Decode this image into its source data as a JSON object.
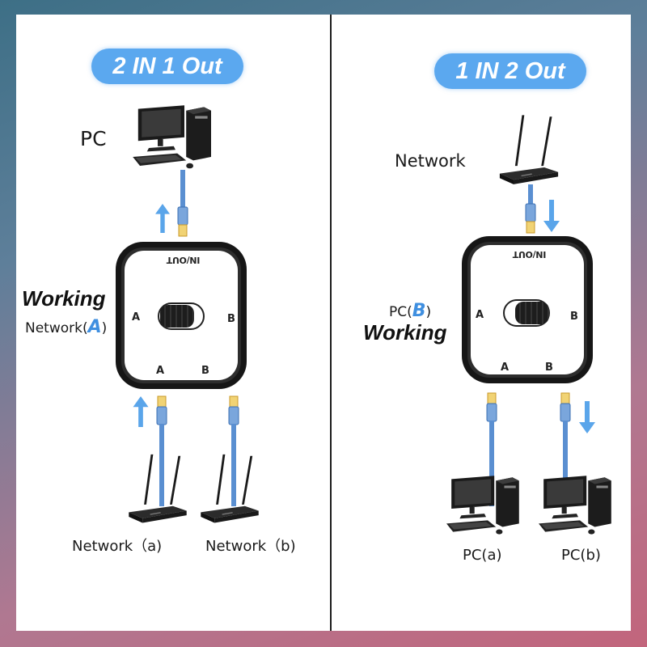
{
  "left_panel": {
    "title": "2 IN 1 Out",
    "top_label": "PC",
    "working_label": "Working",
    "network_prefix": "Network(",
    "network_letter": "A",
    "network_suffix": ")",
    "device": {
      "top_text": "IN/OUT",
      "side_left": "A",
      "side_right": "B",
      "bottom_left": "A",
      "bottom_right": "B"
    },
    "bottom_labels": [
      "Network（a)",
      "Network（b)"
    ]
  },
  "right_panel": {
    "title": "1 IN 2 Out",
    "top_label": "Network",
    "pc_prefix": "PC(",
    "pc_letter": "B",
    "pc_suffix": ")",
    "working_label": "Working",
    "device": {
      "top_text": "IN/OUT",
      "side_left": "A",
      "side_right": "B",
      "bottom_left": "A",
      "bottom_right": "B"
    },
    "bottom_labels": [
      "PC(a)",
      "PC(b)"
    ]
  },
  "colors": {
    "pill": "#5ba8ef",
    "cable": "#5a8fd1",
    "arrow": "#5aa5ea",
    "connector": "#e8c24a"
  },
  "icons": [
    "desktop-pc-icon",
    "router-icon",
    "ethernet-cable-icon",
    "arrow-up-icon",
    "arrow-down-icon"
  ]
}
